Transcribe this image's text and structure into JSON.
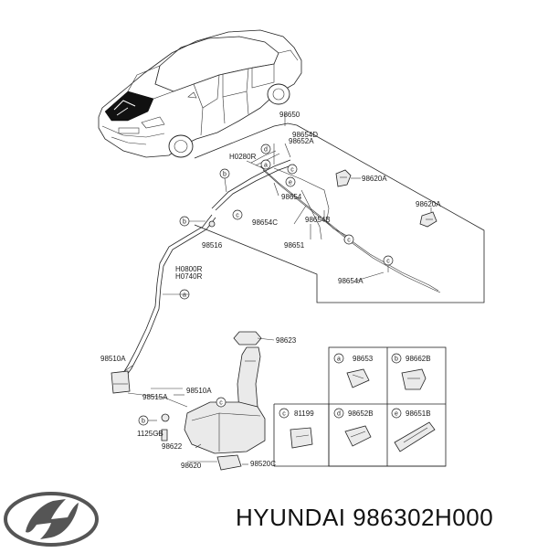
{
  "caption": "HYUNDAI 986302H000",
  "callouts": {
    "p98650": "98650",
    "p98652A": "98652A",
    "p98654D": "98654D",
    "pH0280R": "H0280R",
    "p98620A_1": "98620A",
    "p98620A_2": "98620A",
    "p98654": "98654",
    "p98654C": "98654C",
    "p98654B": "98654B",
    "p98651": "98651",
    "p98654A": "98654A",
    "p98516": "98516",
    "pH0800R": "H0800R",
    "pH0740R": "H0740R",
    "p98623": "98623",
    "p98510A_1": "98510A",
    "p98510A_2": "98510A",
    "p98515A": "98515A",
    "p1125GB": "1125GB",
    "p98622": "98622",
    "p98620": "98620",
    "p98520C": "98520C"
  },
  "letters": {
    "a1": "a",
    "b1": "b",
    "c1": "c",
    "d1": "d",
    "e1": "e",
    "b2": "b",
    "c2": "c",
    "c3": "c",
    "a2": "a",
    "b3": "b"
  },
  "legend": {
    "a": {
      "letter": "a",
      "code": "98653"
    },
    "b": {
      "letter": "b",
      "code": "98662B"
    },
    "c": {
      "letter": "c",
      "code": "81199"
    },
    "d": {
      "letter": "d",
      "code": "98652B"
    },
    "e": {
      "letter": "e",
      "code": "98651B"
    }
  }
}
